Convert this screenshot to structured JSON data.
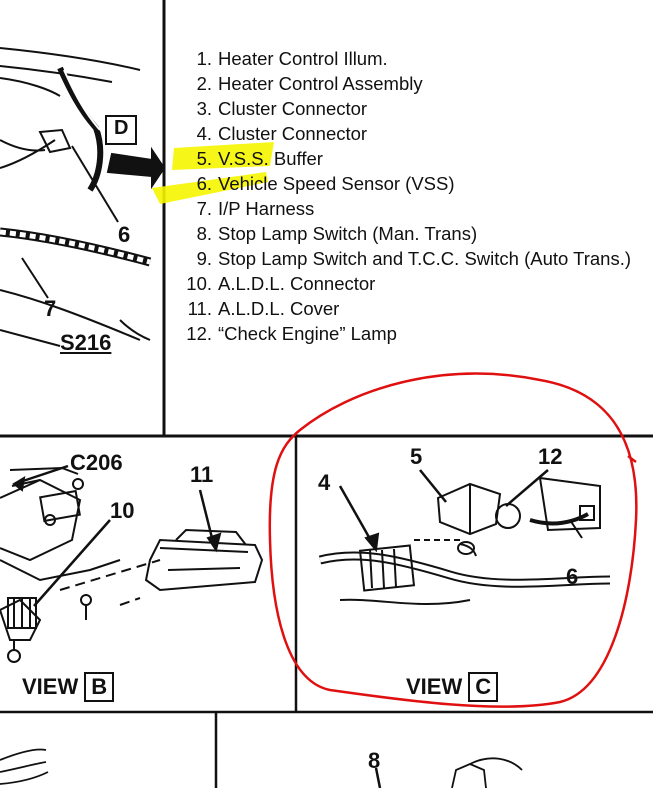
{
  "legend": [
    {
      "num": "1.",
      "text": "Heater Control Illum."
    },
    {
      "num": "2.",
      "text": "Heater Control Assembly"
    },
    {
      "num": "3.",
      "text": "Cluster Connector"
    },
    {
      "num": "4.",
      "text": "Cluster Connector"
    },
    {
      "num": "5.",
      "text": "V.S.S. Buffer"
    },
    {
      "num": "6.",
      "text": "Vehicle Speed Sensor (VSS)"
    },
    {
      "num": "7.",
      "text": "I/P Harness"
    },
    {
      "num": "8.",
      "text": "Stop Lamp Switch (Man. Trans)"
    },
    {
      "num": "9.",
      "text": "Stop Lamp Switch and T.C.C. Switch (Auto Trans.)"
    },
    {
      "num": "10.",
      "text": "A.L.D.L. Connector"
    },
    {
      "num": "11.",
      "text": "A.L.D.L. Cover"
    },
    {
      "num": "12.",
      "text": "“Check Engine” Lamp"
    }
  ],
  "callouts": {
    "d_box": "D",
    "top_six": "6",
    "top_seven": "7",
    "s216": "S216",
    "c206": "C206",
    "b_ten": "10",
    "b_eleven": "11",
    "c_four": "4",
    "c_five": "5",
    "c_twelve": "12",
    "c_six": "6",
    "bottom_eight": "8"
  },
  "views": {
    "b_word": "VIEW",
    "b_letter": "B",
    "c_word": "VIEW",
    "c_letter": "C"
  },
  "colors": {
    "highlight": "#f5f500",
    "annotation_circle": "#e01010",
    "ink": "#111111"
  }
}
